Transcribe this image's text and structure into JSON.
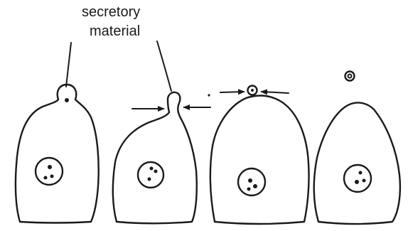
{
  "diagram": {
    "label": {
      "line1": "secretory",
      "line2": "material"
    },
    "stages": [
      {
        "name": "cell-with-secretory-bleb"
      },
      {
        "name": "cell-bleb-pinching-off"
      },
      {
        "name": "cell-bleb-detaching"
      },
      {
        "name": "cell-vesicle-released"
      }
    ],
    "colors": {
      "ink": "#1a1a1a",
      "background": "#ffffff"
    }
  }
}
